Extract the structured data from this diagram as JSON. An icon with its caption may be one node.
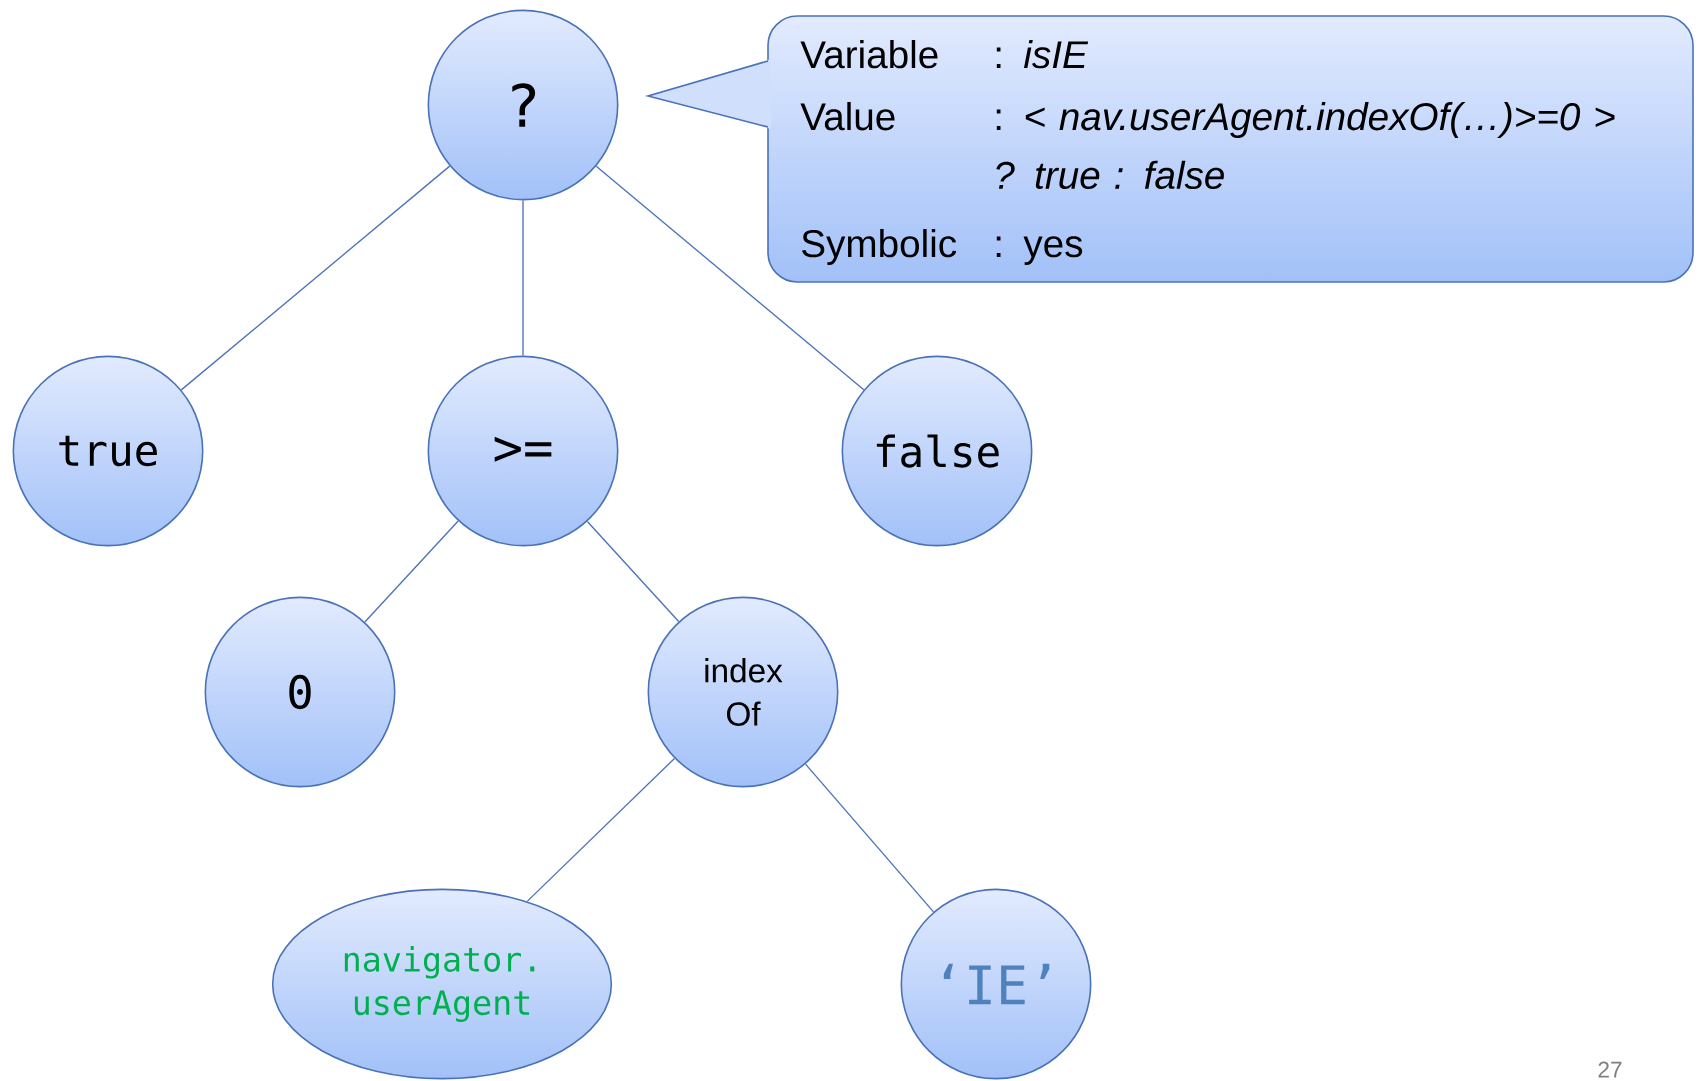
{
  "diagram": {
    "nodes": [
      {
        "text": [
          "?"
        ]
      },
      {
        "text": [
          "Variable",
          ": *isIE*",
          "Value",
          ": *< nav.userAgent.indexOf(…)>=0 > ? true : false*",
          "Symbolic",
          ": yes"
        ]
      },
      {
        "text": [
          "true"
        ]
      },
      {
        "text": [
          ">="
        ]
      },
      {
        "text": [
          "false"
        ]
      },
      {
        "text": [
          "0"
        ]
      },
      {
        "text": [
          "index Of"
        ]
      },
      {
        "text": [
          "navigator. userAgent"
        ]
      },
      {
        "text": [
          "‘IE’"
        ]
      }
    ],
    "edges": [
      {
        "from": 0,
        "to": 2,
        "arrow": "none"
      },
      {
        "from": 0,
        "to": 3,
        "arrow": "none"
      },
      {
        "from": 0,
        "to": 4,
        "arrow": "none"
      },
      {
        "from": 3,
        "to": 5,
        "arrow": "none"
      },
      {
        "from": 3,
        "to": 6,
        "arrow": "none"
      },
      {
        "from": 6,
        "to": 7,
        "arrow": "none"
      },
      {
        "from": 6,
        "to": 8,
        "arrow": "none"
      }
    ],
    "labels": [
      "27"
    ]
  }
}
